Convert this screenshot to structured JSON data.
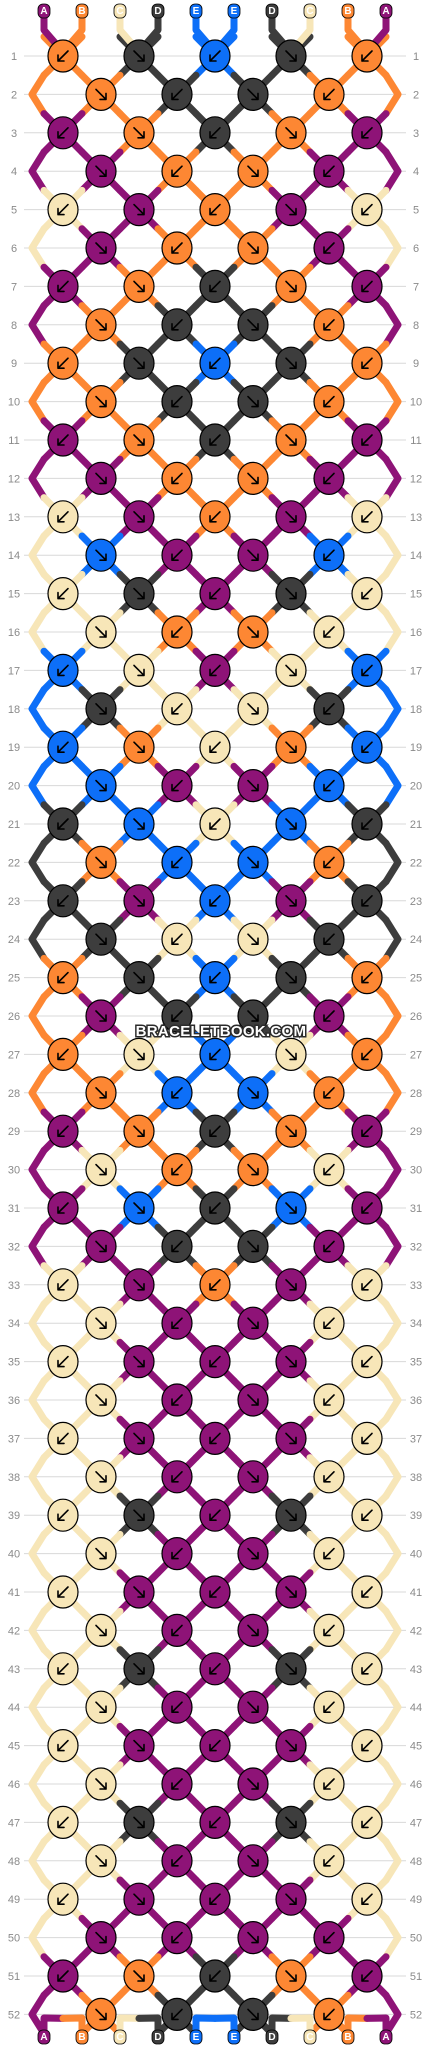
{
  "pattern": {
    "watermark": "BRACELETBOOK.COM",
    "rows": 52,
    "strands": [
      "A",
      "B",
      "C",
      "D",
      "E",
      "E",
      "D",
      "C",
      "B",
      "A"
    ],
    "colors": {
      "A": "#8e1377",
      "B": "#fd8733",
      "C": "#f7e6b8",
      "D": "#3d3d3d",
      "E": "#0d6ff8"
    },
    "line_color": "#d8d8d8",
    "knots": [
      [
        "B",
        "D",
        "E",
        "D",
        "B"
      ],
      [
        "B",
        "D",
        "D",
        "B"
      ],
      [
        "A",
        "B",
        "D",
        "B",
        "A"
      ],
      [
        "A",
        "B",
        "B",
        "A"
      ],
      [
        "C",
        "A",
        "B",
        "A",
        "C"
      ],
      [
        "A",
        "B",
        "B",
        "A"
      ],
      [
        "A",
        "B",
        "D",
        "B",
        "A"
      ],
      [
        "B",
        "D",
        "D",
        "B"
      ],
      [
        "B",
        "D",
        "E",
        "D",
        "B"
      ],
      [
        "B",
        "D",
        "D",
        "B"
      ],
      [
        "A",
        "B",
        "D",
        "B",
        "A"
      ],
      [
        "A",
        "B",
        "B",
        "A"
      ],
      [
        "C",
        "A",
        "B",
        "A",
        "C"
      ],
      [
        "E",
        "A",
        "A",
        "E"
      ],
      [
        "C",
        "D",
        "A",
        "D",
        "C"
      ],
      [
        "C",
        "B",
        "B",
        "C"
      ],
      [
        "E",
        "C",
        "A",
        "C",
        "E"
      ],
      [
        "D",
        "C",
        "C",
        "D"
      ],
      [
        "E",
        "B",
        "C",
        "B",
        "E"
      ],
      [
        "E",
        "A",
        "A",
        "E"
      ],
      [
        "D",
        "E",
        "C",
        "E",
        "D"
      ],
      [
        "B",
        "E",
        "E",
        "B"
      ],
      [
        "D",
        "A",
        "E",
        "A",
        "D"
      ],
      [
        "D",
        "C",
        "C",
        "D"
      ],
      [
        "B",
        "D",
        "E",
        "D",
        "B"
      ],
      [
        "A",
        "D",
        "D",
        "A"
      ],
      [
        "B",
        "C",
        "E",
        "C",
        "B"
      ],
      [
        "B",
        "E",
        "E",
        "B"
      ],
      [
        "A",
        "B",
        "D",
        "B",
        "A"
      ],
      [
        "C",
        "B",
        "B",
        "C"
      ],
      [
        "A",
        "E",
        "D",
        "E",
        "A"
      ],
      [
        "A",
        "D",
        "D",
        "A"
      ],
      [
        "C",
        "A",
        "B",
        "A",
        "C"
      ],
      [
        "C",
        "A",
        "A",
        "C"
      ],
      [
        "C",
        "A",
        "A",
        "A",
        "C"
      ],
      [
        "C",
        "A",
        "A",
        "C"
      ],
      [
        "C",
        "A",
        "A",
        "A",
        "C"
      ],
      [
        "C",
        "A",
        "A",
        "C"
      ],
      [
        "C",
        "D",
        "A",
        "D",
        "C"
      ],
      [
        "C",
        "A",
        "A",
        "C"
      ],
      [
        "C",
        "A",
        "A",
        "A",
        "C"
      ],
      [
        "C",
        "A",
        "A",
        "C"
      ],
      [
        "C",
        "D",
        "A",
        "D",
        "C"
      ],
      [
        "C",
        "A",
        "A",
        "C"
      ],
      [
        "C",
        "A",
        "A",
        "A",
        "C"
      ],
      [
        "C",
        "A",
        "A",
        "C"
      ],
      [
        "C",
        "D",
        "A",
        "D",
        "C"
      ],
      [
        "C",
        "A",
        "A",
        "C"
      ],
      [
        "C",
        "A",
        "A",
        "A",
        "C"
      ],
      [
        "A",
        "A",
        "A",
        "A"
      ],
      [
        "A",
        "B",
        "D",
        "B",
        "A"
      ],
      [
        "B",
        "D",
        "D",
        "B"
      ]
    ]
  }
}
